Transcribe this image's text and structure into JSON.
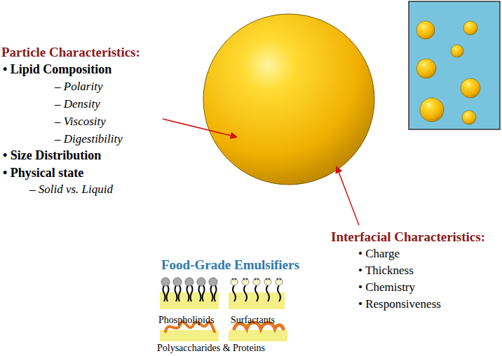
{
  "diagram": {
    "labels": [
      "Particle Characteristics:",
      "• Lipid Composition",
      "– Polarity",
      "– Density",
      "– Viscosity",
      "– Digestibility",
      "• Size Distribution",
      "• Physical state",
      "– Solid vs. Liquid",
      "Interfacial Characteristics:",
      "• Charge",
      "• Thickness",
      "• Chemistry",
      "• Responsiveness",
      "Food-Grade Emulsifiers",
      "Phospholipids",
      "Surfactants",
      "Polysaccharides & Proteins"
    ]
  }
}
